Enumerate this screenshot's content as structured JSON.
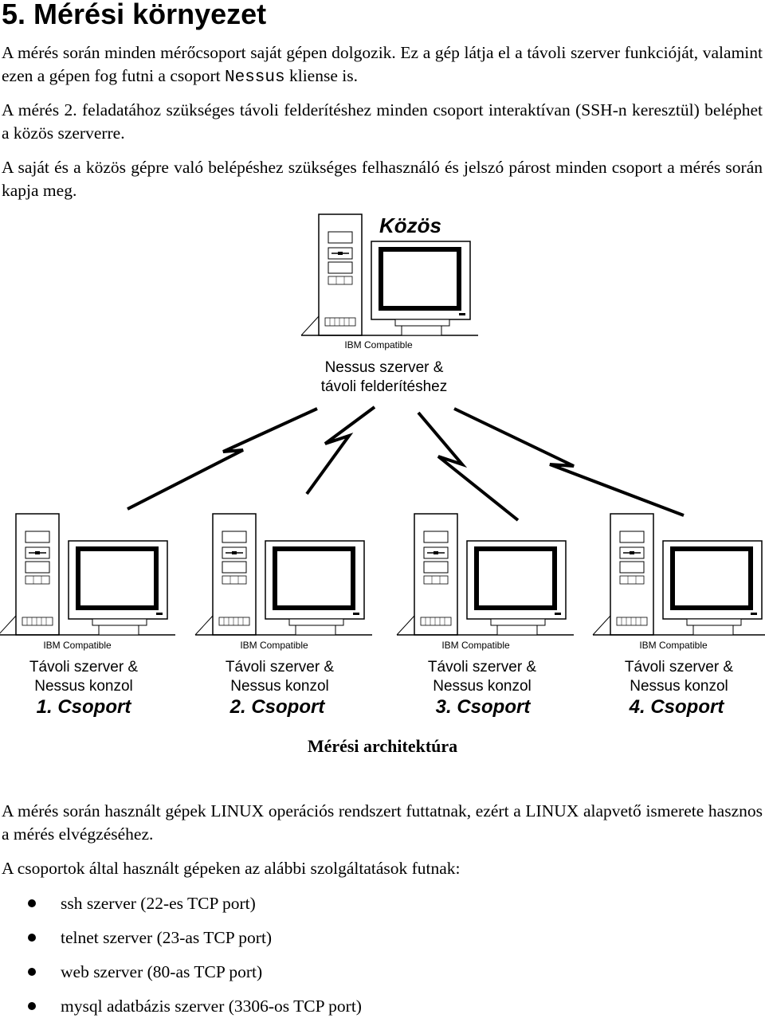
{
  "heading": "5. Mérési környezet",
  "paragraphs": {
    "p1_before": "A mérés során minden mérőcsoport saját gépen dolgozik. Ez a gép látja el a távoli szerver funkcióját, valamint ezen a gépen fog futni a csoport ",
    "p1_code": "Nessus",
    "p1_after": " kliense is.",
    "p2": "A mérés 2. feladatához szükséges távoli felderítéshez minden csoport interaktívan (SSH-n keresztül) beléphet a közös szerverre.",
    "p3": "A saját és a közös gépre való belépéshez szükséges felhasználó és jelszó párost minden csoport a mérés során kapja meg.",
    "p4": "A mérés során használt gépek LINUX operációs rendszert futtatnak, ezért a LINUX alapvető ismerete hasznos a mérés elvégzéséhez.",
    "p5": "A csoportok által használt gépeken az alábbi szolgáltatások futnak:"
  },
  "figure": {
    "server": {
      "title": "Közös",
      "ibm_label": "IBM Compatible",
      "role_line1": "Nessus szerver &",
      "role_line2": "távoli felderítéshez"
    },
    "clients": [
      {
        "ibm_label": "IBM Compatible",
        "role_line1": "Távoli szerver &",
        "role_line2": "Nessus konzol",
        "group": "1. Csoport"
      },
      {
        "ibm_label": "IBM Compatible",
        "role_line1": "Távoli szerver &",
        "role_line2": "Nessus konzol",
        "group": "2. Csoport"
      },
      {
        "ibm_label": "IBM Compatible",
        "role_line1": "Távoli szerver &",
        "role_line2": "Nessus konzol",
        "group": "3. Csoport"
      },
      {
        "ibm_label": "IBM Compatible",
        "role_line1": "Távoli szerver &",
        "role_line2": "Nessus konzol",
        "group": "4. Csoport"
      }
    ],
    "caption": "Mérési architektúra"
  },
  "services": [
    "ssh szerver (22-es TCP port)",
    "telnet szerver (23-as TCP port)",
    "web szerver (80-as TCP port)",
    "mysql adatbázis szerver (3306-os TCP port)"
  ]
}
